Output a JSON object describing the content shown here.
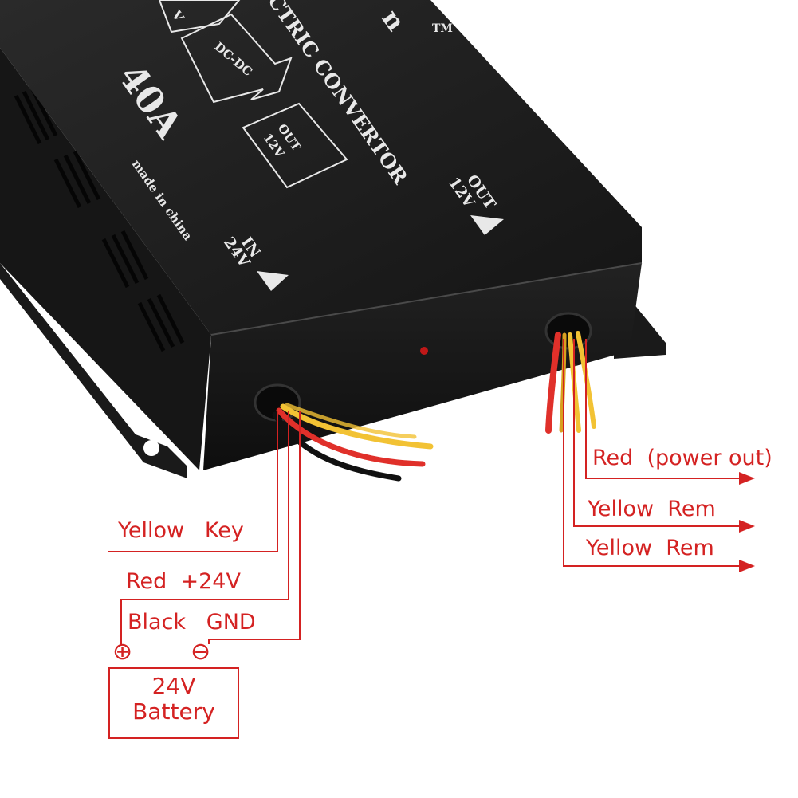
{
  "device": {
    "brand_fragment": "n",
    "trademark": "TM",
    "title_fragment": "CTRIC CONVERTOR",
    "top_box_fragment": "V",
    "dcdc_label": "DC-DC",
    "out_box_line1": "OUT",
    "out_box_line2": "12V",
    "current_rating": "40A",
    "origin": "made in china",
    "in_label_line1": "IN",
    "in_label_line2": "24V",
    "out_label_line1": "OUT",
    "out_label_line2": "12V"
  },
  "input_wires": [
    {
      "label": "Yellow   Key"
    },
    {
      "label": "Red  +24V"
    },
    {
      "label": "Black   GND"
    }
  ],
  "output_wires": [
    {
      "label": "Red  (power out)"
    },
    {
      "label": "Yellow  Rem"
    },
    {
      "label": "Yellow  Rem"
    }
  ],
  "battery": {
    "line1": "24V",
    "line2": "Battery",
    "positive_symbol": "⊕",
    "negative_symbol": "⊖"
  },
  "colors": {
    "annotation": "#d42222",
    "device_body": "#1c1c1c",
    "silkscreen": "#e8e8e8",
    "wire_red": "#e0302a",
    "wire_yellow": "#f2c234",
    "wire_black": "#111111"
  }
}
